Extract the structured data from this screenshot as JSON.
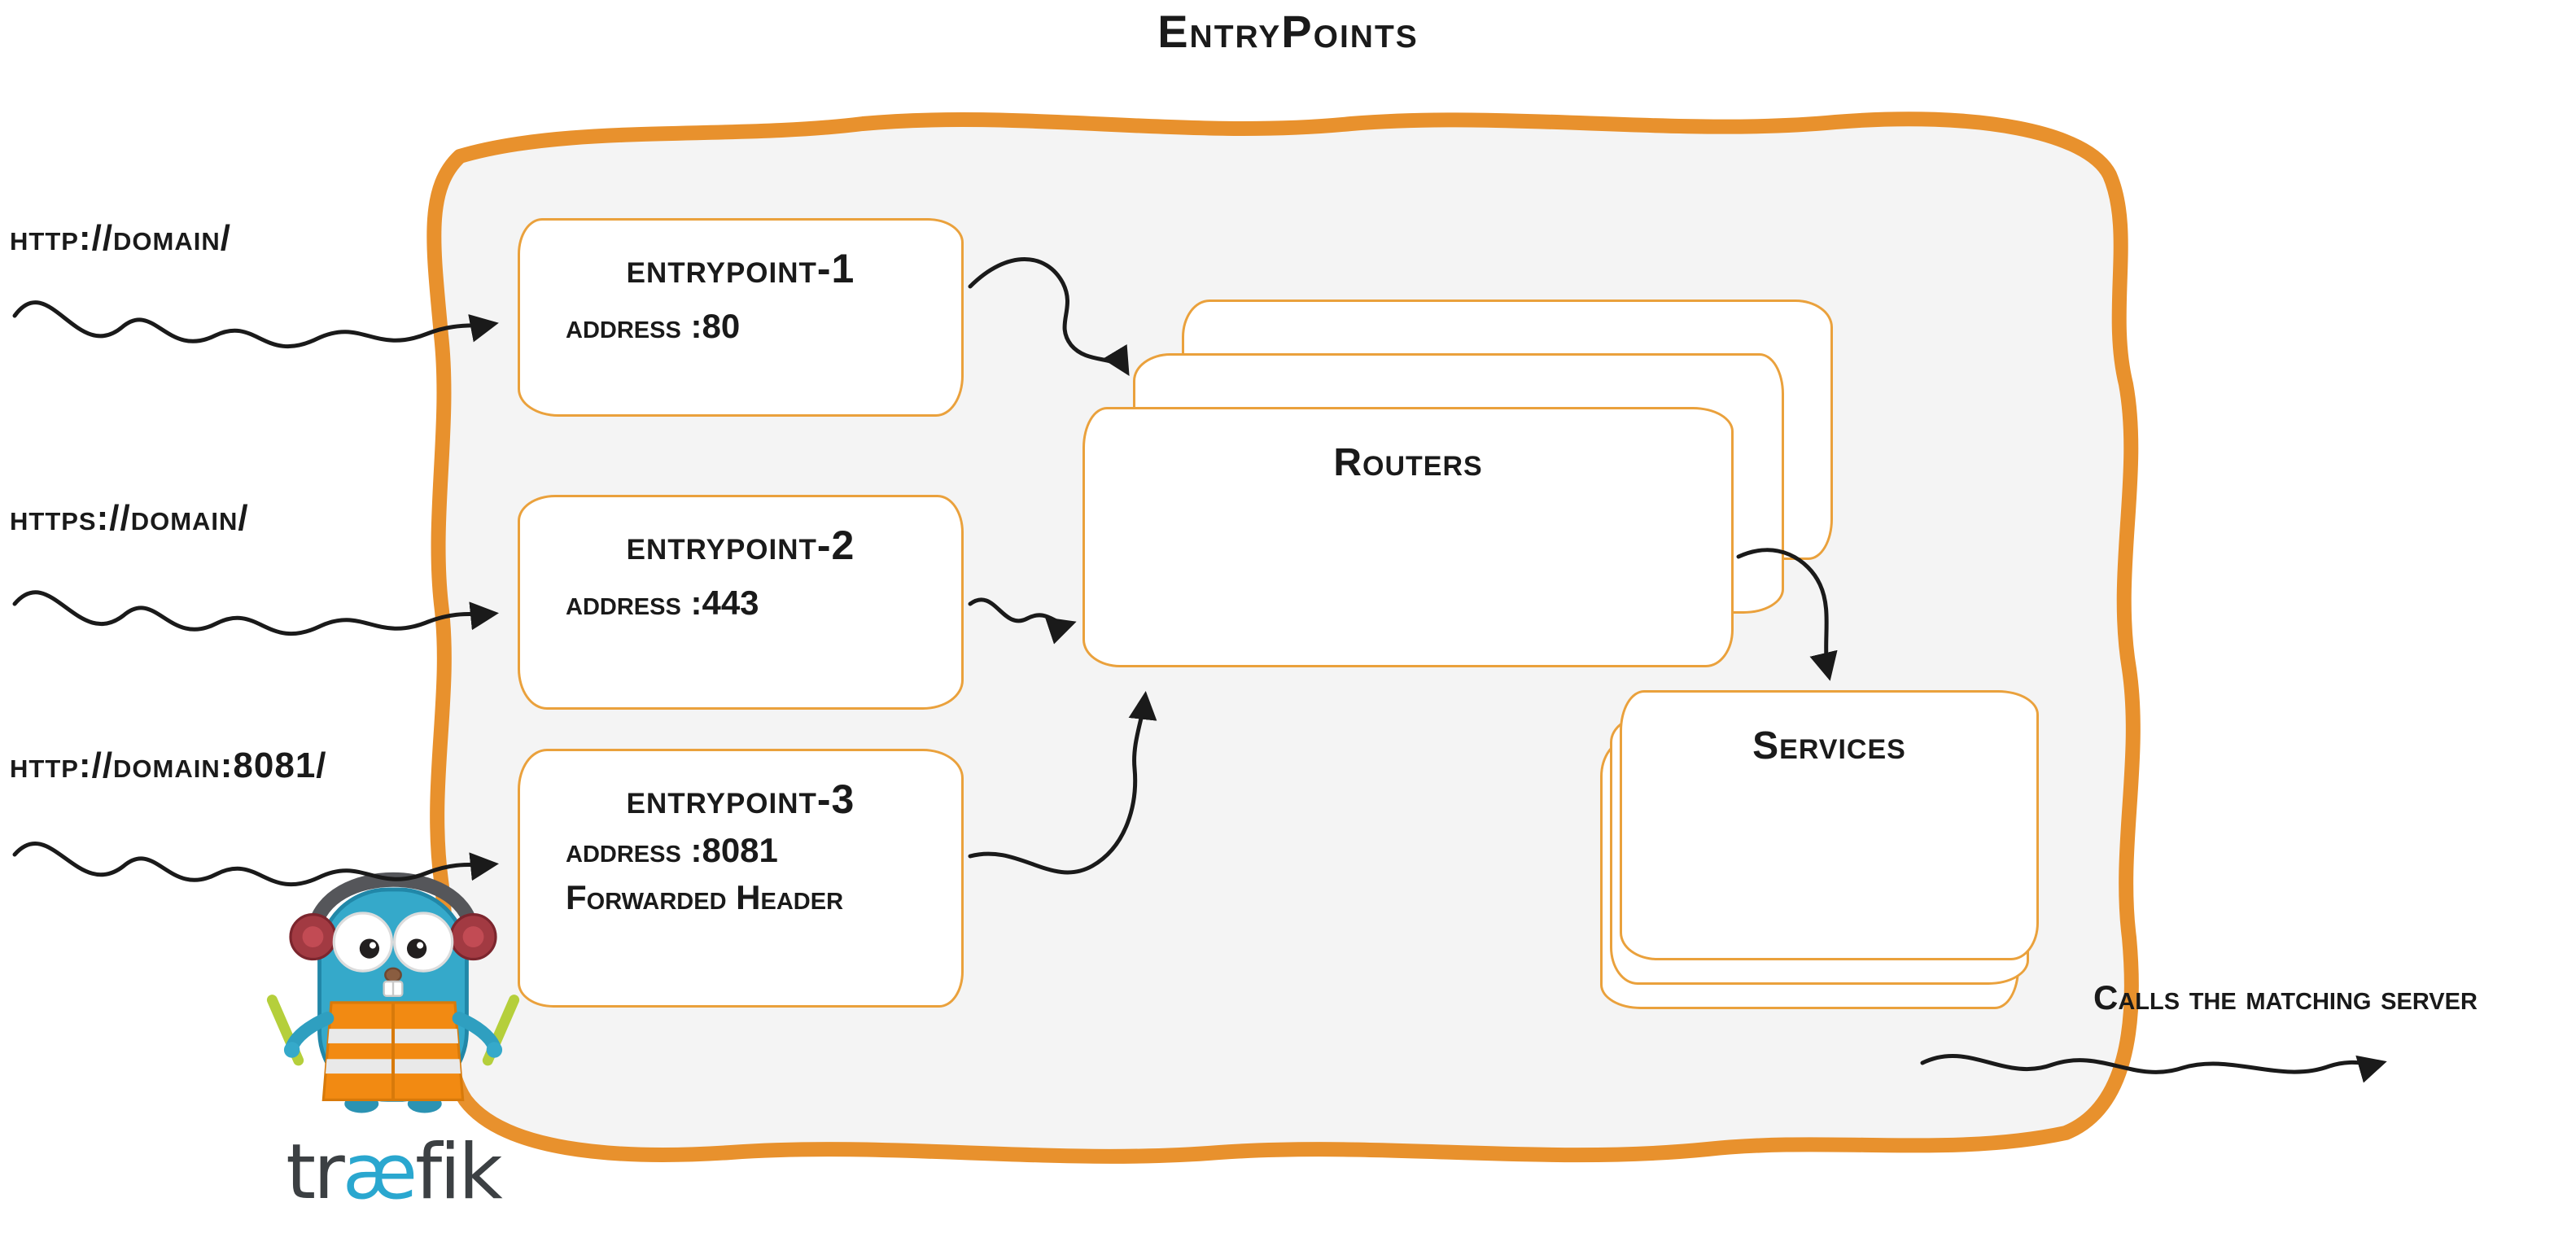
{
  "title": "EntryPoints",
  "requests": [
    {
      "label": "http://domain/"
    },
    {
      "label": "https://domain/"
    },
    {
      "label": "http://domain:8081/"
    }
  ],
  "entrypoints": [
    {
      "name": "entrypoint-1",
      "line1": "address :80"
    },
    {
      "name": "entrypoint-2",
      "line1": "address :443"
    },
    {
      "name": "entrypoint-3",
      "line1": "address :8081",
      "line2": "Forwarded Header"
    }
  ],
  "routers_label": "Routers",
  "services_label": "Services",
  "outgoing_label": "Calls the matching server",
  "logo": {
    "pre": "tr",
    "ligature": "æ",
    "post": "fik"
  },
  "colors": {
    "frame_orange": "#e8912d",
    "box_orange": "#eaa13c",
    "ink": "#1a1a1a",
    "brand_teal": "#2aa7cf",
    "gopher_body_blue": "#35a9ca",
    "vest_orange": "#f28a12",
    "frame_fill_gray": "#f4f4f4"
  }
}
